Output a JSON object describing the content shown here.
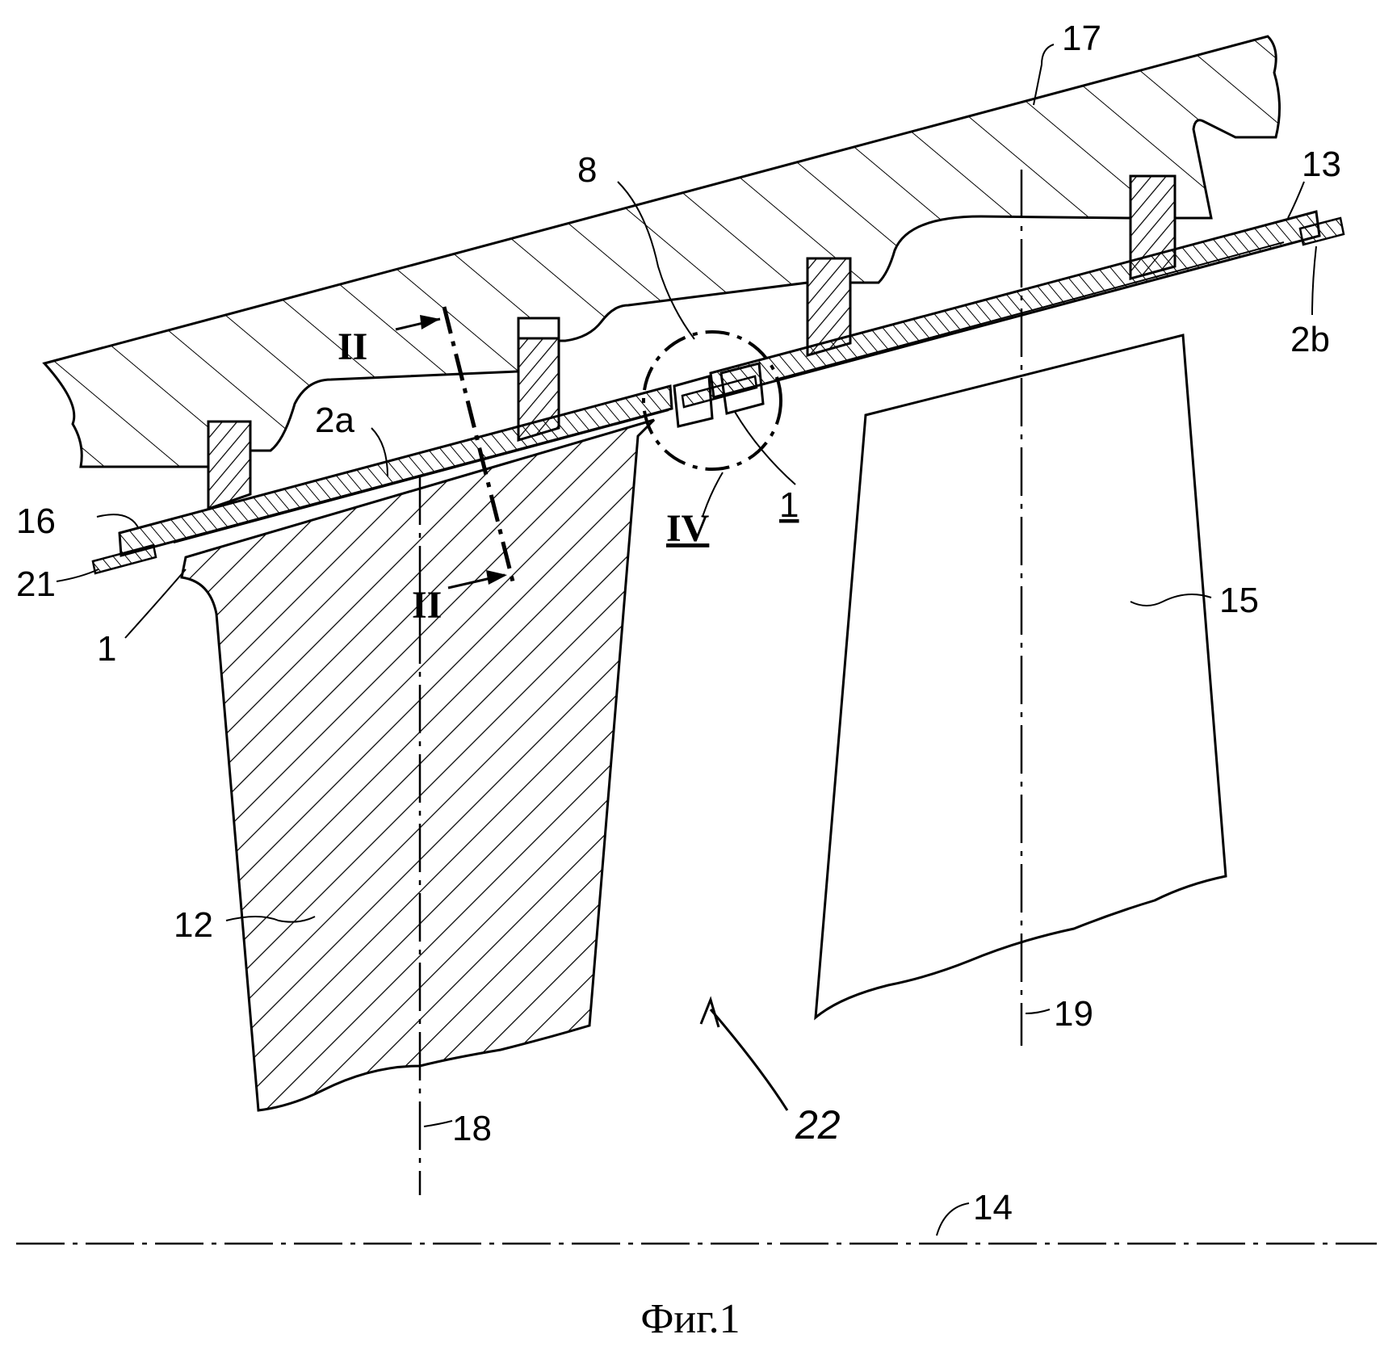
{
  "figure": {
    "caption": "Фиг.1",
    "labels": {
      "r17": "17",
      "r13": "13",
      "r8": "8",
      "r2b": "2b",
      "r2a": "2a",
      "r16": "16",
      "r21": "21",
      "r1_left": "1",
      "r1_right": "1",
      "r15": "15",
      "r12": "12",
      "r19": "19",
      "r18": "18",
      "r22": "22",
      "r14": "14"
    },
    "section_marks": {
      "top": "II",
      "bottom": "II",
      "detail": "IV"
    }
  }
}
